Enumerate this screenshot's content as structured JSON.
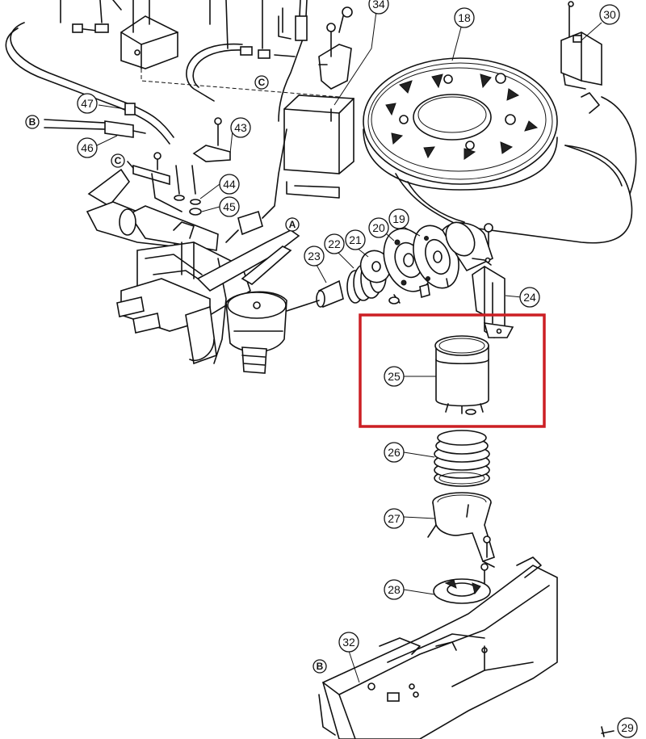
{
  "highlight": {
    "color": "#cc1f24",
    "part": "25"
  },
  "callouts": {
    "c18": "18",
    "c19": "19",
    "c20": "20",
    "c21": "21",
    "c22": "22",
    "c23": "23",
    "c24": "24",
    "c25": "25",
    "c26": "26",
    "c27": "27",
    "c28": "28",
    "c29": "29",
    "c30": "30",
    "c32": "32",
    "c34": "34",
    "c43": "43",
    "c44": "44",
    "c45": "45",
    "c46": "46",
    "c47": "47"
  },
  "letters": {
    "b_left": "B",
    "b_bottom": "B",
    "c_mid": "C",
    "c_left": "C",
    "a": "A"
  }
}
